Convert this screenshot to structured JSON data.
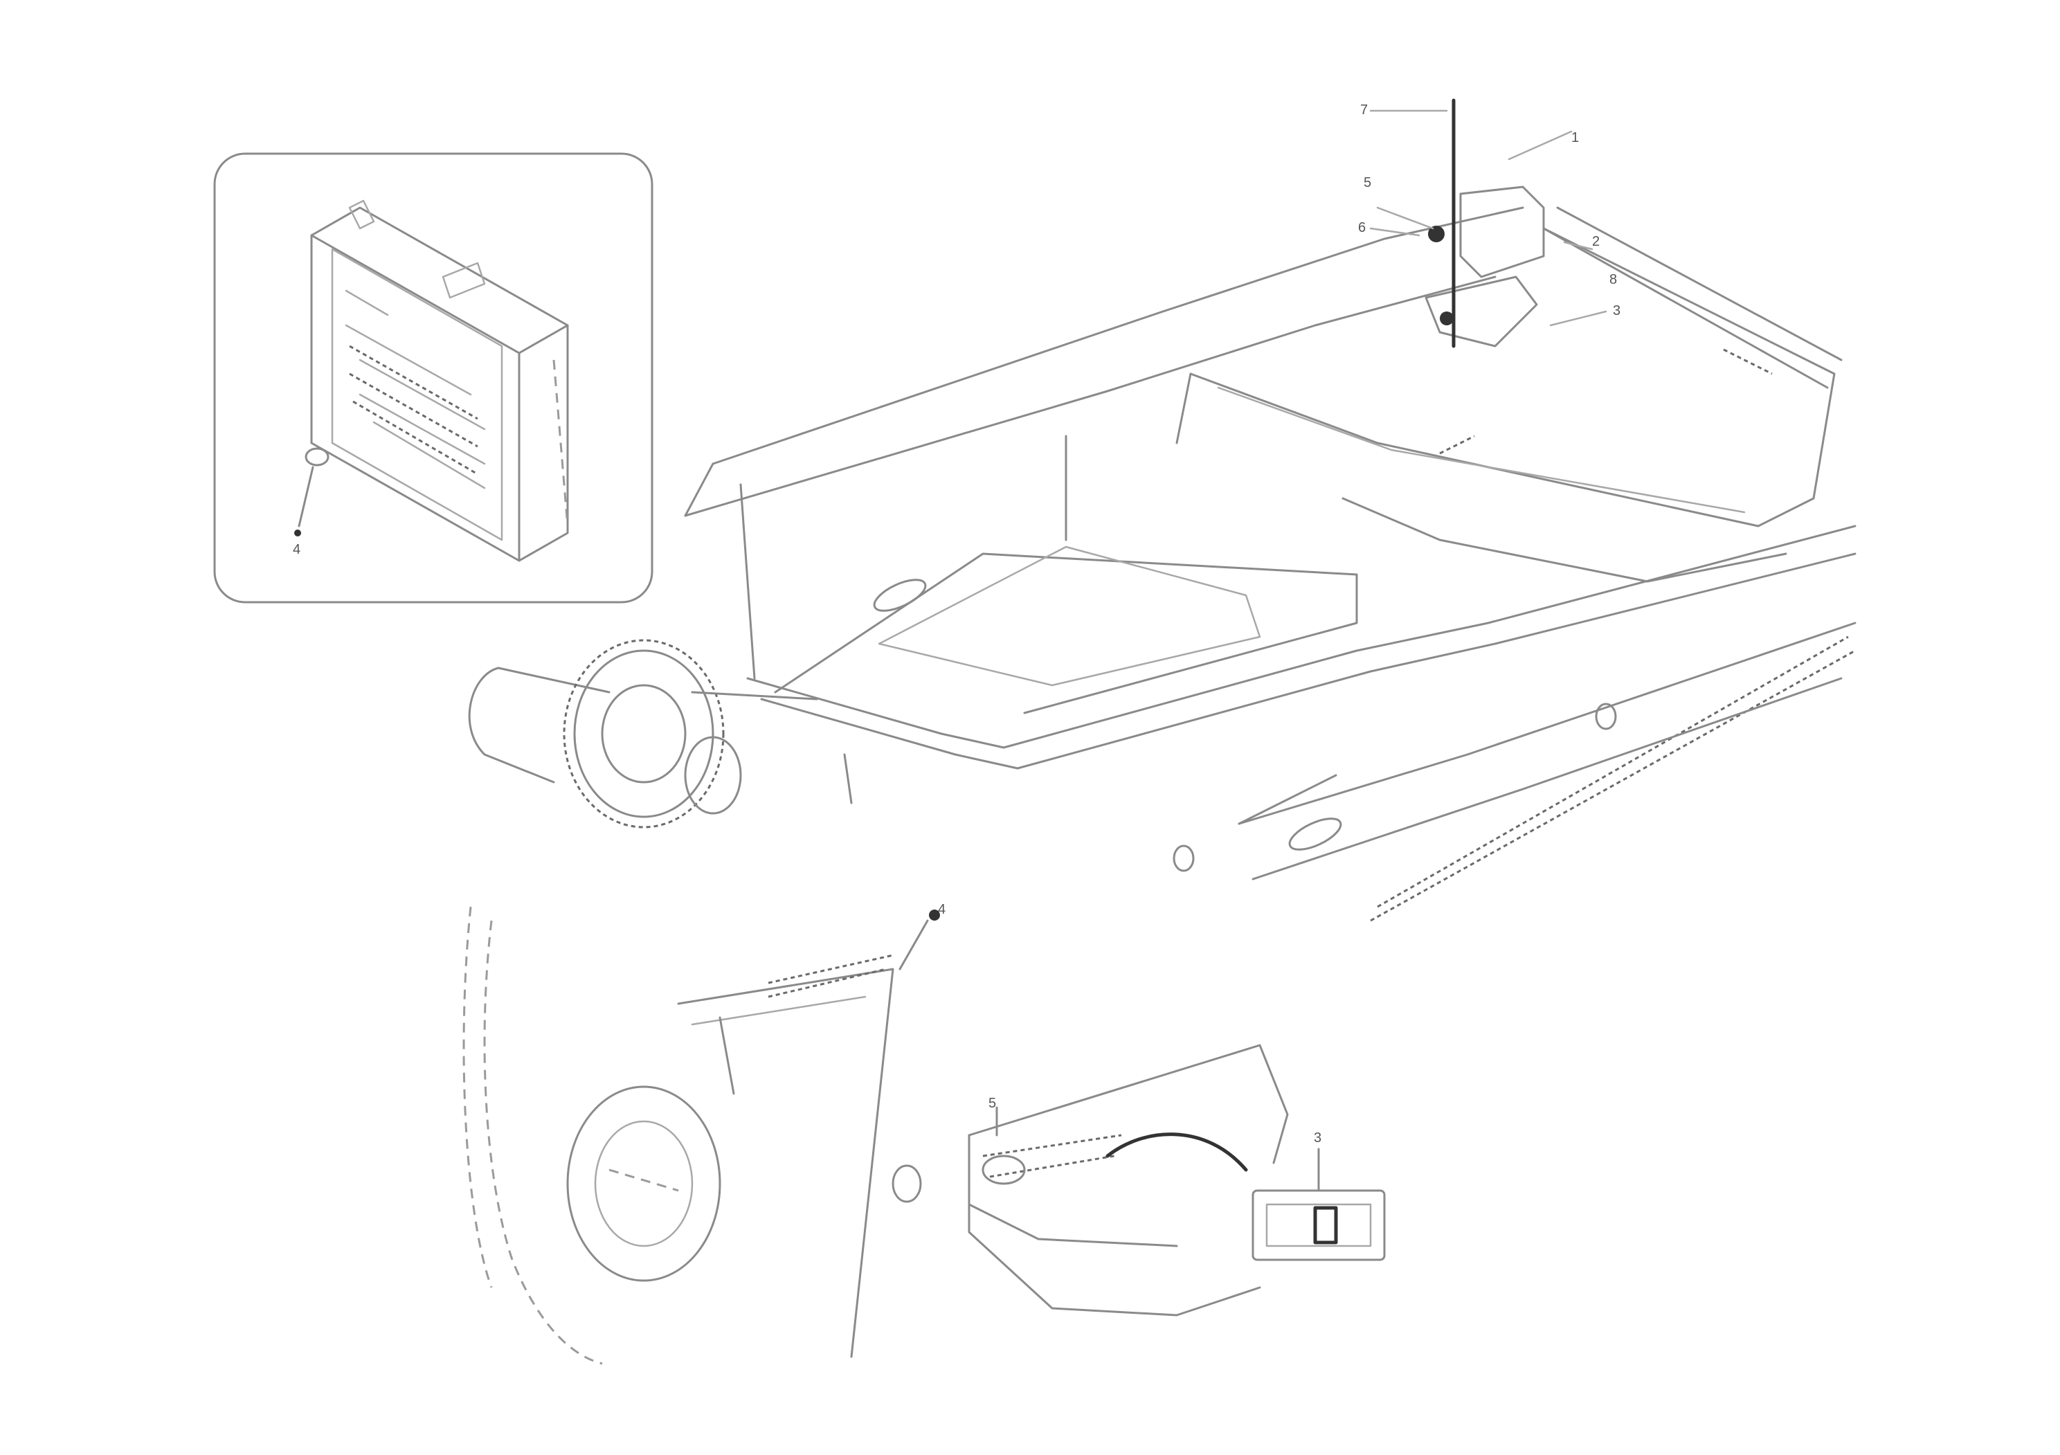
{
  "callouts": {
    "inset_item": "4",
    "top_item_a": "7",
    "top_item_b": "1",
    "top_item_c": "5",
    "top_item_d": "6",
    "top_item_e": "2",
    "top_item_f": "3",
    "top_item_g": "8",
    "mid_item": "4",
    "lower_item_a": "5",
    "lower_item_b": "3"
  },
  "reference": {
    "line1": "",
    "line2": "",
    "line3": ""
  }
}
